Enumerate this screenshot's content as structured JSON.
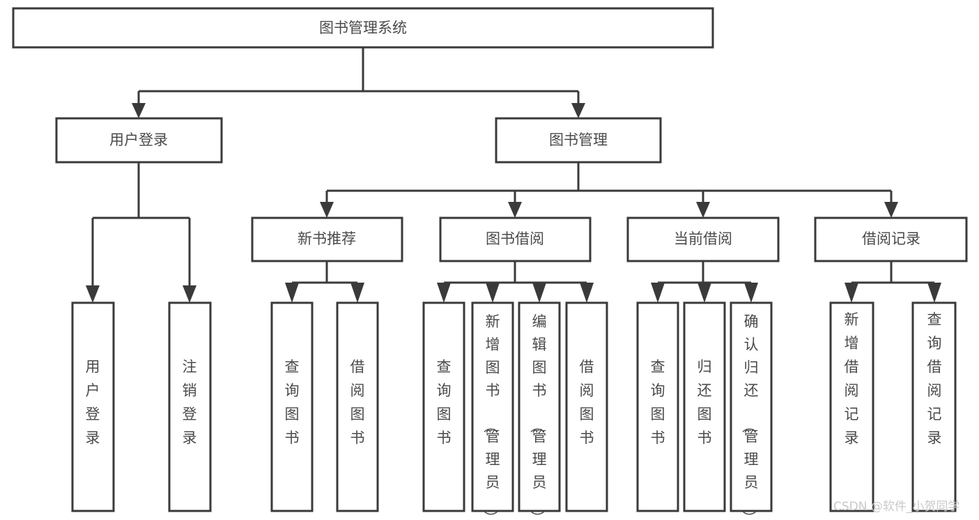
{
  "diagram": {
    "title": "图书管理系统",
    "watermark": "CSDN @软件_小贺同学",
    "colors": {
      "stroke": "#3a3a3a",
      "box_fill": "#ffffff",
      "label": "#4a4a4a",
      "background": "#ffffff",
      "watermark": "#c9c9c9"
    },
    "root": {
      "label": "图书管理系统"
    },
    "level1": [
      {
        "label": "用户登录"
      },
      {
        "label": "图书管理"
      }
    ],
    "level2": [
      {
        "label": "新书推荐"
      },
      {
        "label": "图书借阅"
      },
      {
        "label": "当前借阅"
      },
      {
        "label": "借阅记录"
      }
    ],
    "leaves": {
      "user_login": [
        {
          "label": "用户登录"
        },
        {
          "label": "注销登录"
        }
      ],
      "new_book_rec": [
        {
          "label": "查询图书"
        },
        {
          "label": "借阅图书"
        }
      ],
      "book_borrow": [
        {
          "label": "查询图书"
        },
        {
          "label": "新增图书（管理员）"
        },
        {
          "label": "编辑图书（管理员）"
        },
        {
          "label": "借阅图书"
        }
      ],
      "current_borrow": [
        {
          "label": "查询图书"
        },
        {
          "label": "归还图书"
        },
        {
          "label": "确认归还（管理员）"
        }
      ],
      "borrow_record": [
        {
          "label": "新增借阅记录"
        },
        {
          "label": "查询借阅记录"
        }
      ]
    }
  }
}
